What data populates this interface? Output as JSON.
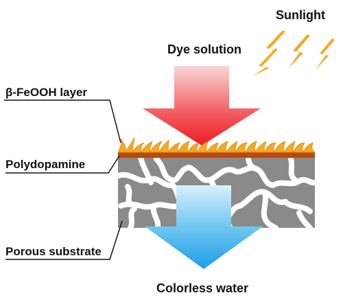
{
  "labels": {
    "sunlight": "Sunlight",
    "dye_solution": "Dye solution",
    "feooh_layer": "β-FeOOH layer",
    "polydopamine": "Polydopamine",
    "porous_substrate": "Porous substrate",
    "colorless_water": "Colorless water"
  },
  "icons": {
    "sunlight": "lightning-bolt-icon"
  },
  "colors": {
    "dye_arrow_top": "#f9d6d6",
    "dye_arrow_bottom": "#ee1c25",
    "water_arrow_top": "#d9f1fb",
    "water_arrow_bottom": "#1e9ee8",
    "lightning": "#f7a81b",
    "feooh": "#f7a81b",
    "polydopamine": "#b54a12",
    "substrate": "#8a8a8a",
    "leader_line": "#111111"
  }
}
